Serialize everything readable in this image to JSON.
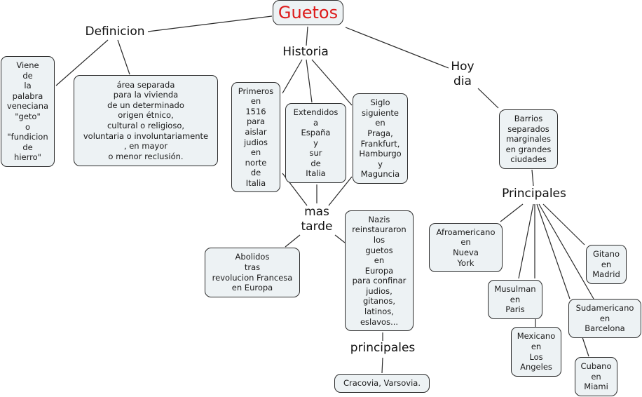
{
  "root": {
    "label": "Guetos",
    "color": "#dd1a1a"
  },
  "linking_phrases": {
    "definicion": "Definicion",
    "historia": "Historia",
    "hoy_dia": "Hoy\ndia",
    "mas_tarde": "mas\ntarde",
    "principales_nazis": "principales",
    "principales_hoy": "Principales"
  },
  "concepts": {
    "viene": "Viene\nde\nla\npalabra\nveneciana\n\"geto\"\no\n\"fundicion\nde\nhierro\"",
    "area": "área separada\npara la vivienda\nde un determinado\norigen étnico,\ncultural o religioso,\nvoluntaria o involuntariamente\n, en mayor\no menor reclusión.",
    "primeros": "Primeros\nen\n1516\npara\naislar\njudios\nen\nnorte\nde\nItalia",
    "extendidos": "Extendidos\na\nEspaña\ny\nsur\nde\nItalia",
    "siglo": "Siglo\nsiguiente\nen\nPraga,\nFrankfurt,\nHamburgo\ny\nMaguncia",
    "abolidos": "Abolidos\ntras\nrevolucion Francesa\nen Europa",
    "nazis": "Nazis\nreinstauraron\nlos\nguetos\nen\nEuropa\npara confinar\njudios,\ngitanos,\nlatinos,\neslavos...",
    "cracovia": "Cracovia, Varsovia.",
    "barrios": "Barrios\nseparados\nmarginales\nen grandes\nciudades",
    "afroamericano": "Afroamericano\nen\nNueva\nYork",
    "musulman": "Musulman\nen\nParis",
    "mexicano": "Mexicano\nen\nLos\nAngeles",
    "gitano": "Gitano\nen\nMadrid",
    "sudamericano": "Sudamericano\nen\nBarcelona",
    "cubano": "Cubano\nen\nMiami"
  }
}
